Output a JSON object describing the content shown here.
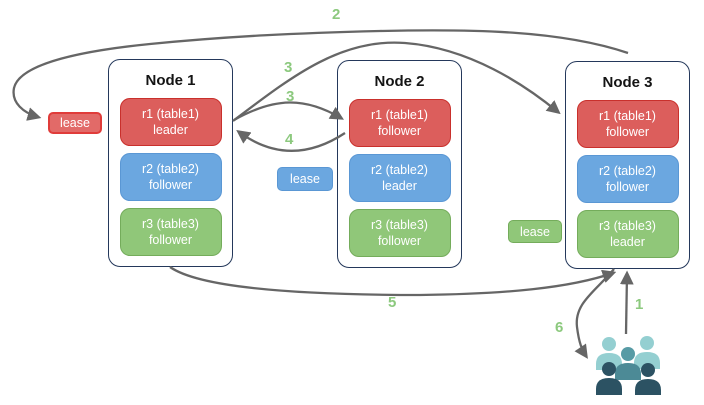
{
  "nodes": [
    {
      "title": "Node 1",
      "replicas": [
        {
          "name": "r1 (table1)",
          "role": "leader",
          "color": "red"
        },
        {
          "name": "r2 (table2)",
          "role": "follower",
          "color": "blue"
        },
        {
          "name": "r3 (table3)",
          "role": "follower",
          "color": "green"
        }
      ]
    },
    {
      "title": "Node 2",
      "replicas": [
        {
          "name": "r1 (table1)",
          "role": "follower",
          "color": "red"
        },
        {
          "name": "r2 (table2)",
          "role": "leader",
          "color": "blue"
        },
        {
          "name": "r3 (table3)",
          "role": "follower",
          "color": "green"
        }
      ]
    },
    {
      "title": "Node 3",
      "replicas": [
        {
          "name": "r1 (table1)",
          "role": "follower",
          "color": "red"
        },
        {
          "name": "r2 (table2)",
          "role": "follower",
          "color": "blue"
        },
        {
          "name": "r3 (table3)",
          "role": "leader",
          "color": "green"
        }
      ]
    }
  ],
  "leases": [
    {
      "label": "lease",
      "color": "red"
    },
    {
      "label": "lease",
      "color": "blue"
    },
    {
      "label": "lease",
      "color": "green"
    }
  ],
  "arrow_labels": {
    "step1": "1",
    "step2": "2",
    "step3_to_node3": "3",
    "step3_to_node2": "3",
    "step4": "4",
    "step5": "5",
    "step6": "6"
  },
  "icons": {
    "clients": "users-group-icon"
  },
  "colors": {
    "replica_red": "#DC5E5C",
    "replica_red_border": "#C9302C",
    "replica_blue": "#6BA7E0",
    "replica_blue_border": "#5A97D4",
    "replica_green": "#90C779",
    "replica_green_border": "#74AC5B",
    "lease_red_border": "#E03C3A",
    "node_border": "#24385B",
    "arrow": "#666666",
    "step_label": "#8CC97E",
    "people_light_teal": "#94CFD1",
    "people_medium_teal": "#579BA5",
    "people_dark_slate": "#2C5263"
  }
}
